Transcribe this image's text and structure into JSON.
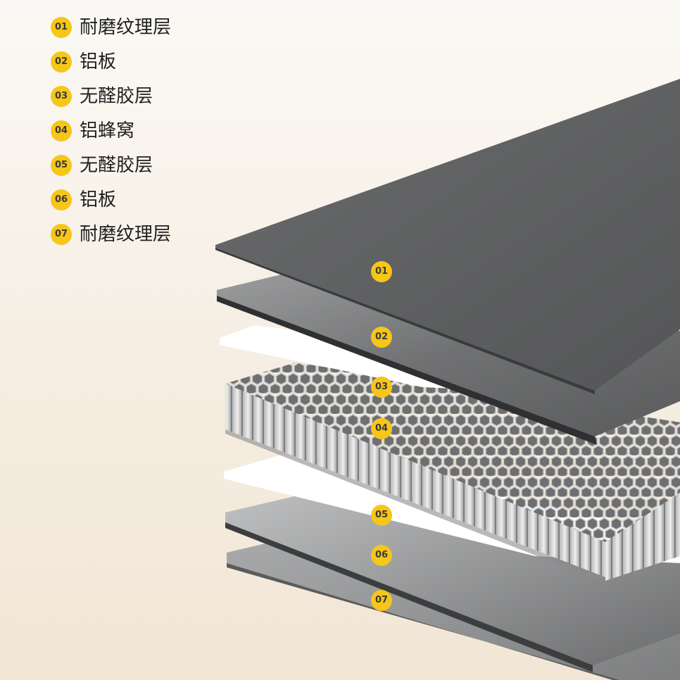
{
  "legend": [
    {
      "num": "01",
      "label": "耐磨纹理层"
    },
    {
      "num": "02",
      "label": "铝板"
    },
    {
      "num": "03",
      "label": "无醛胶层"
    },
    {
      "num": "04",
      "label": "铝蜂窝"
    },
    {
      "num": "05",
      "label": "无醛胶层"
    },
    {
      "num": "06",
      "label": "铝板"
    },
    {
      "num": "07",
      "label": "耐磨纹理层"
    }
  ],
  "layer_badges": [
    "01",
    "02",
    "03",
    "04",
    "05",
    "06",
    "07"
  ],
  "colors": {
    "accent": "#f6c619",
    "badge_text": "#3a3a3a",
    "label_text": "#1f1f1f",
    "panel_top": "#5f6061",
    "panel_edge": "#3a3b3c",
    "glue": "#ffffff",
    "honeycomb": "#9a9b9c"
  },
  "icons": {
    "legend_badge": "yellow-circle-number",
    "layer_badge": "yellow-circle-number"
  }
}
